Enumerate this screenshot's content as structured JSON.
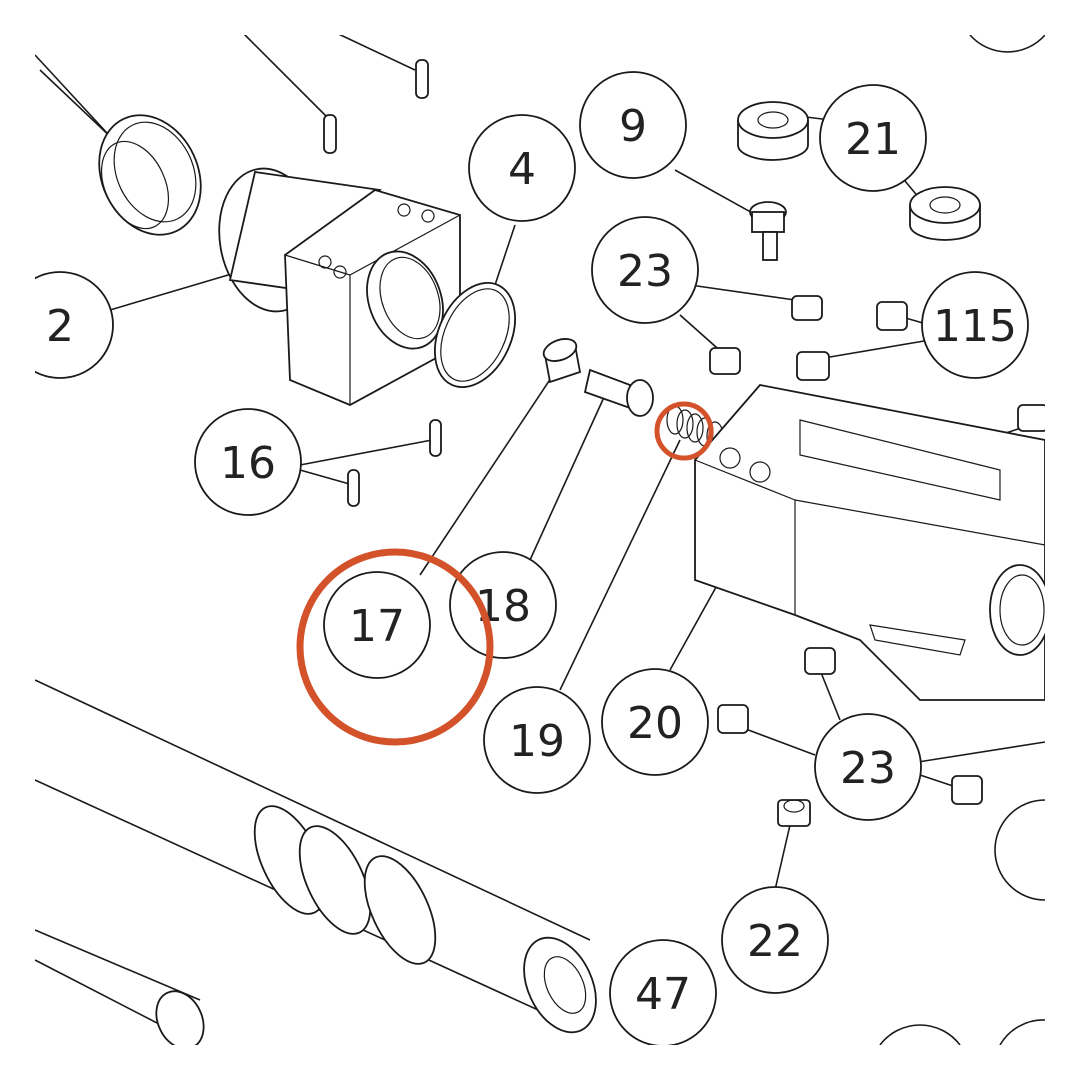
{
  "diagram": {
    "callouts": [
      {
        "id": "c2",
        "label": "2"
      },
      {
        "id": "c4",
        "label": "4"
      },
      {
        "id": "c9",
        "label": "9"
      },
      {
        "id": "c21",
        "label": "21"
      },
      {
        "id": "c23a",
        "label": "23"
      },
      {
        "id": "c115",
        "label": "115"
      },
      {
        "id": "c16",
        "label": "16"
      },
      {
        "id": "c17",
        "label": "17"
      },
      {
        "id": "c18",
        "label": "18"
      },
      {
        "id": "c19",
        "label": "19"
      },
      {
        "id": "c20",
        "label": "20"
      },
      {
        "id": "c23b",
        "label": "23"
      },
      {
        "id": "c22",
        "label": "22"
      },
      {
        "id": "c47",
        "label": "47"
      }
    ],
    "highlight_color": "#d4522a",
    "line_color": "#1a1a1a"
  }
}
